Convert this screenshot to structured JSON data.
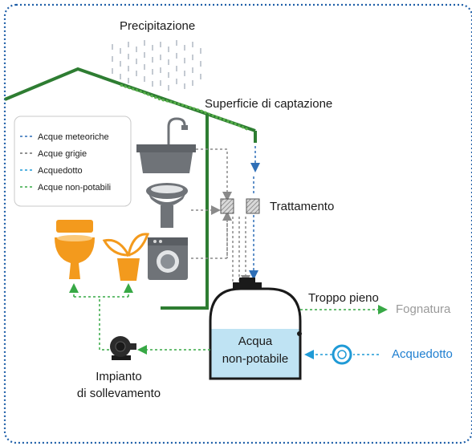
{
  "labels": {
    "precipitation": "Precipitazione",
    "catchment_surface": "Superficie di captazione",
    "treatment": "Trattamento",
    "overflow": "Troppo pieno",
    "sewer": "Fognatura",
    "aqueduct": "Acquedotto",
    "tank_line1": "Acqua",
    "tank_line2": "non-potabile",
    "pump_line1": "Impianto",
    "pump_line2": "di sollevamento"
  },
  "legend": [
    {
      "label": "Acque meteoriche",
      "color": "#2f6fb7"
    },
    {
      "label": "Acque grigie",
      "color": "#6e6e6e"
    },
    {
      "label": "Acquedotto",
      "color": "#1f9ad6"
    },
    {
      "label": "Acque non-potabili",
      "color": "#37a845"
    }
  ],
  "colors": {
    "border": "#1f5fa8",
    "roof": "#2e7d32",
    "grey_water": "#8a8a8a",
    "aqueduct": "#1f9ad6",
    "non_potable": "#37a845",
    "tank_water": "#bfe3f3",
    "fixtures": "#6f7378",
    "toilet": "#f39a1d",
    "sewer_text": "#9a9a9a",
    "aqueduct_text": "#1f7fd0"
  },
  "icons": [
    "rain-icon",
    "tap-icon",
    "sink-icon",
    "washbasin-icon",
    "washing-machine-icon",
    "toilet-icon",
    "plant-icon",
    "filter-icon",
    "meter-icon",
    "pump-icon"
  ]
}
